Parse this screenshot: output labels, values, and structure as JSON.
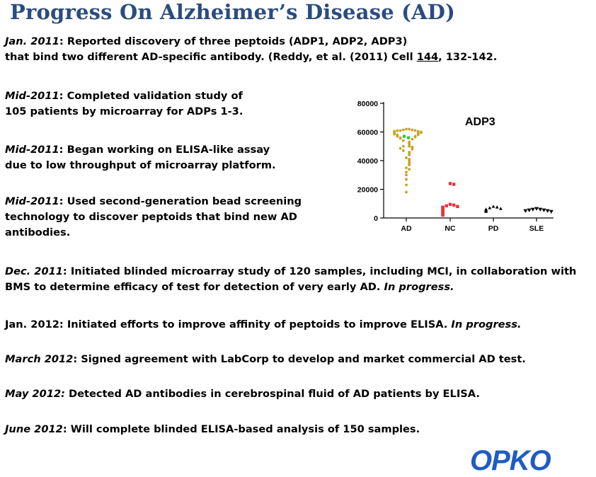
{
  "title": "Progress On Alzheimer’s Disease (AD)",
  "paragraphs": {
    "p1": {
      "date": "Jan. 2011",
      "l1": ": Reported discovery of three peptoids (ADP1, ADP2, ADP3)",
      "l2a": "that bind two different AD-specific antibody. (Reddy, et al. (2011) Cell ",
      "l2vol": "144",
      "l2b": ", 132-142."
    },
    "p2": {
      "date": "Mid-2011",
      "l1": ": Completed validation study of",
      "l2": "105 patients by microarray for ADPs 1-3."
    },
    "p3": {
      "date": "Mid-2011",
      "l1": ": Began working on ELISA-like assay",
      "l2": "due to low throughput of microarray platform."
    },
    "p4": {
      "date": "Mid-2011",
      "l1": ": Used second-generation bead screening",
      "l2": "technology to discover peptoids that bind new AD",
      "l3": "antibodies."
    },
    "p5": {
      "date": "Dec. 2011",
      "l1": ": Initiated blinded microarray study of 120 samples, including MCI, in collaboration with",
      "l2": "BMS to determine efficacy of test for detection of very early AD.  ",
      "l2prog": "In progress."
    },
    "p6": {
      "text": "Jan. 2012: Initiated efforts to improve affinity of peptoids to improve ELISA.  ",
      "prog": "In progress."
    },
    "p7": {
      "date": "March 2012",
      "l1": ": Signed agreement with LabCorp to develop and market commercial AD test."
    },
    "p8": {
      "date": "May 2012:",
      "l1": " Detected AD antibodies in cerebrospinal fluid of AD patients by ELISA."
    },
    "p9": {
      "date": "June 2012",
      "l1": ": Will complete blinded ELISA-based analysis of 150 samples."
    }
  },
  "logo": "OPKO",
  "colors": {
    "title": "#2b4c7e",
    "logo": "#1f5cc4",
    "ad_points": "#c9a227",
    "ad_highlight": "#2ecc40",
    "nc_points": "#e8343a",
    "pd_points": "#000000",
    "sle_points": "#000000"
  },
  "chart_data": {
    "type": "scatter",
    "title": "ADP3",
    "categories": [
      "AD",
      "NC",
      "PD",
      "SLE"
    ],
    "yticks": [
      0,
      20000,
      40000,
      60000,
      80000
    ],
    "ytick_labels": [
      "0",
      "20000",
      "40000",
      "60000",
      "80000"
    ],
    "ylim": [
      0,
      80000
    ],
    "grid": false,
    "series": [
      {
        "category": "AD",
        "marker": "circle",
        "values": [
          62000,
          62000,
          61500,
          61500,
          61000,
          61000,
          61000,
          60500,
          60500,
          60000,
          60000,
          60000,
          59500,
          59500,
          59000,
          59000,
          58500,
          58500,
          58000,
          58000,
          57500,
          57000,
          57000,
          56500,
          56000,
          55500,
          55000,
          54000,
          53000,
          52000,
          51000,
          50000,
          50000,
          49500,
          49000,
          48500,
          48000,
          47000,
          46000,
          45000,
          44000,
          42000,
          41000,
          40000,
          39000,
          38000,
          37000,
          35000,
          34000,
          32000,
          30000,
          27000,
          23000,
          18000
        ]
      },
      {
        "category": "AD",
        "marker": "circle",
        "highlight": true,
        "values": [
          57000,
          56000
        ]
      },
      {
        "category": "NC",
        "marker": "square",
        "values": [
          24000,
          23500,
          9500,
          9000,
          8500,
          8000,
          7500,
          7000,
          6500,
          6000,
          5500,
          5000,
          4500,
          4000,
          3500,
          3000,
          2500,
          2000
        ]
      },
      {
        "category": "PD",
        "marker": "triangle-up",
        "values": [
          8000,
          7500,
          7000,
          6500,
          6000,
          5500,
          5000,
          4500
        ]
      },
      {
        "category": "SLE",
        "marker": "triangle-down",
        "values": [
          6500,
          6000,
          6000,
          5500,
          5500,
          5000,
          5000,
          4500
        ]
      }
    ]
  }
}
